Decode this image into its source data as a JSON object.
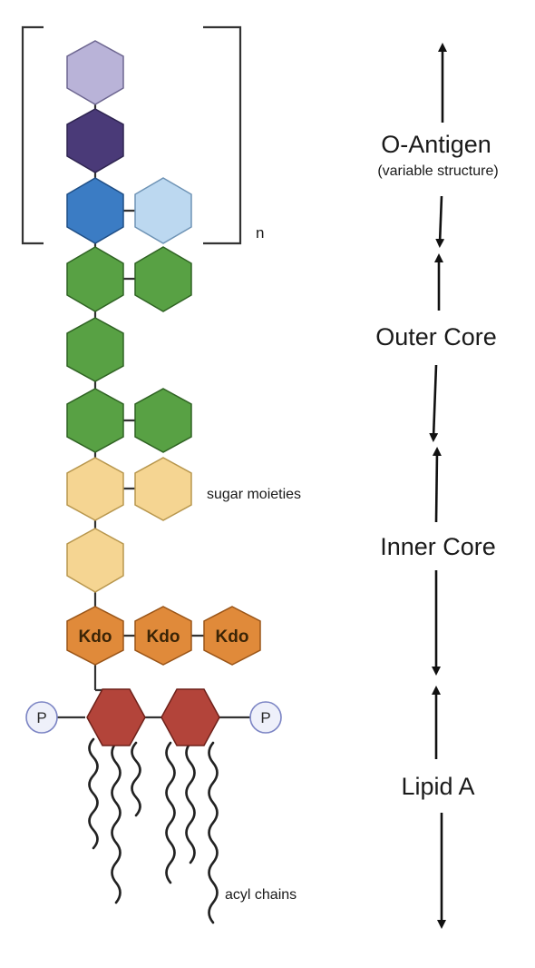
{
  "colors": {
    "oantigen_lavender": "#b9b3d8",
    "oantigen_purple": "#4a3a78",
    "oantigen_blue": "#3b7cc4",
    "oantigen_lightblue": "#bcd8f0",
    "outer_core_green": "#58a144",
    "inner_core_yellow": "#f5d592",
    "kdo_orange": "#e08a3a",
    "lipid_red": "#b3443a",
    "phosphate_fill": "#eef0fa",
    "phosphate_stroke": "#7b84c4"
  },
  "labels": {
    "repeat_n": "n",
    "o_antigen": "O-Antigen",
    "o_antigen_note": "(variable structure)",
    "outer_core": "Outer Core",
    "inner_core": "Inner Core",
    "lipid_a": "Lipid A",
    "sugar_moieties": "sugar moieties",
    "acyl_chains": "acyl chains",
    "kdo": "Kdo",
    "phosphate": "P"
  },
  "structure": {
    "o_antigen_units": [
      "lavender",
      "purple",
      "blue",
      "lightblue"
    ],
    "outer_core_units": 5,
    "inner_core_units": 3,
    "kdo_units": 3,
    "lipid_a_units": 2,
    "phosphates": 2,
    "acyl_chains": 6
  }
}
